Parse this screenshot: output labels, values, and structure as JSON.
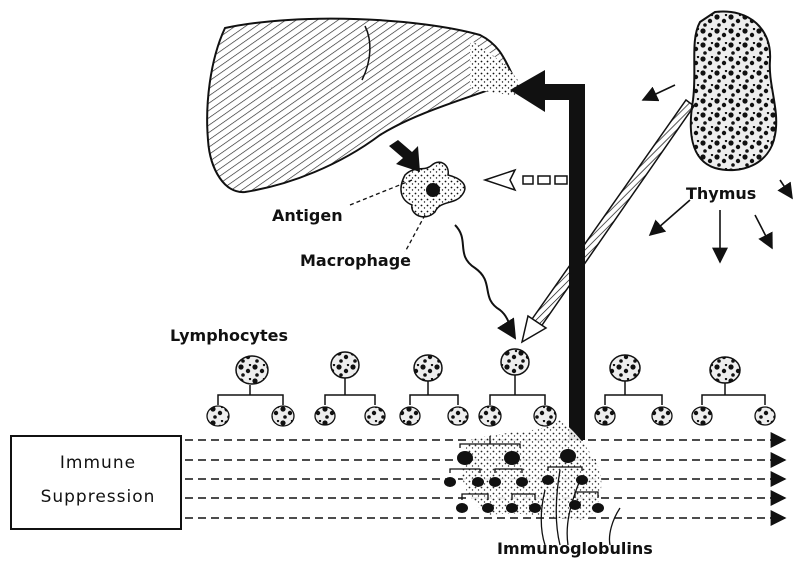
{
  "labels": {
    "thymus": "Thymus",
    "antigen": "Antigen",
    "macrophage": "Macrophage",
    "lymphocytes": "Lymphocytes",
    "immunoglobulins": "Immunoglobulins"
  },
  "suppression_box": {
    "line1": "Immune",
    "line2": "Suppression"
  }
}
